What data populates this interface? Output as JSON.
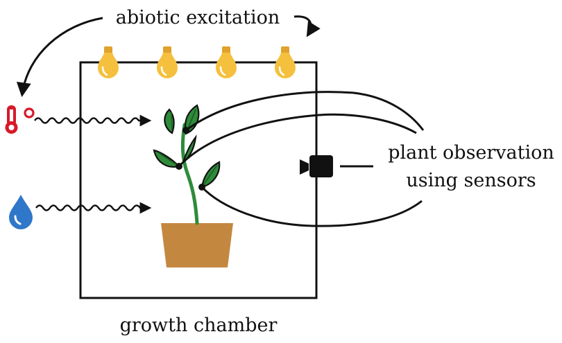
{
  "labels": {
    "excitation": "abiotic excitation",
    "observation_line1": "plant observation",
    "observation_line2": "using sensors",
    "chamber": "growth chamber"
  },
  "icons": {
    "bulb_count": 4,
    "lamp": "light-bulb-icon",
    "thermometer": "thermometer-icon",
    "water": "water-drop-icon",
    "camera": "camera-icon"
  },
  "colors": {
    "stroke": "#111111",
    "bulb": "#F5C03E",
    "bulb_base": "#E0A22A",
    "leaf": "#2E8B3A",
    "leaf_dark": "#1E5E26",
    "stem": "#2E8B3A",
    "pot": "#C48740",
    "thermometer": "#D7192A",
    "water": "#2F77C9"
  }
}
